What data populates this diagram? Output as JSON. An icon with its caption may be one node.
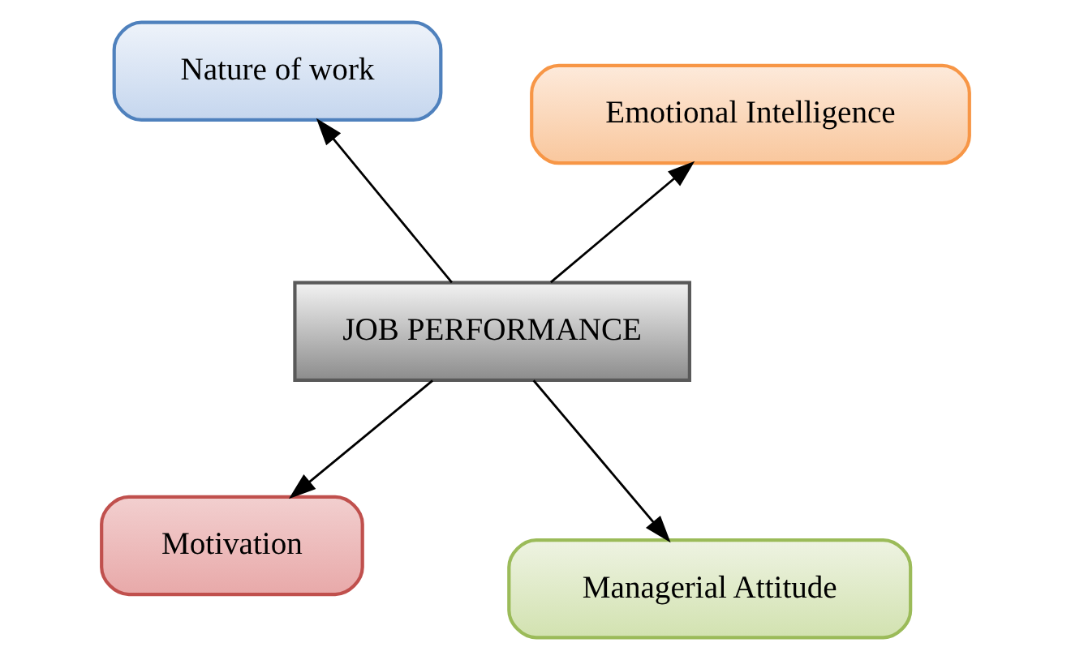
{
  "diagram": {
    "nodes": [
      {
        "text": [
          "Motivation"
        ]
      },
      {
        "text": [
          "Managerial Attitude"
        ]
      },
      {
        "text": [
          "JOB PERFORMANCE"
        ]
      },
      {
        "text": [
          "Nature of work"
        ]
      },
      {
        "text": [
          "Emotional Intelligence"
        ]
      }
    ],
    "edges": [
      {
        "from": 2,
        "to": 0,
        "arrow": "to"
      },
      {
        "from": 2,
        "to": 1,
        "arrow": "to"
      },
      {
        "from": 2,
        "to": 3,
        "arrow": "to"
      },
      {
        "from": 2,
        "to": 4,
        "arrow": "to"
      }
    ]
  }
}
